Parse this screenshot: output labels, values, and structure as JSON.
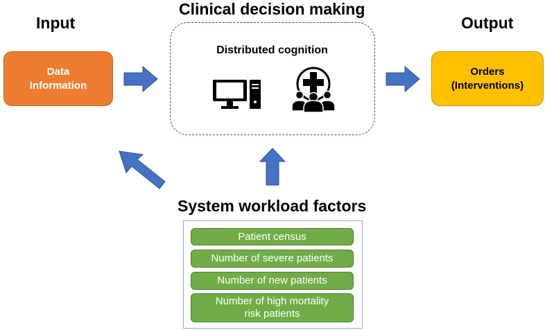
{
  "headings": {
    "input": "Input",
    "clinical": "Clinical decision making",
    "output": "Output",
    "workload": "System workload factors"
  },
  "input_box": {
    "line1": "Data",
    "line2": "Information"
  },
  "cognition": {
    "label": "Distributed cognition",
    "icons": [
      "computer-icon",
      "medical-team-icon"
    ]
  },
  "output_box": {
    "line1": "Orders",
    "line2": "(Interventions)"
  },
  "factors": [
    "Patient census",
    "Number of severe patients",
    "Number of new patients",
    "Number of high mortality\nrisk patients"
  ],
  "colors": {
    "input_fill": "#ed7d31",
    "output_fill": "#ffc000",
    "arrow_fill": "#4472c4",
    "factor_fill": "#70ad47",
    "dashed_border": "#2f4f8f",
    "panel_border": "#8eaadb"
  }
}
